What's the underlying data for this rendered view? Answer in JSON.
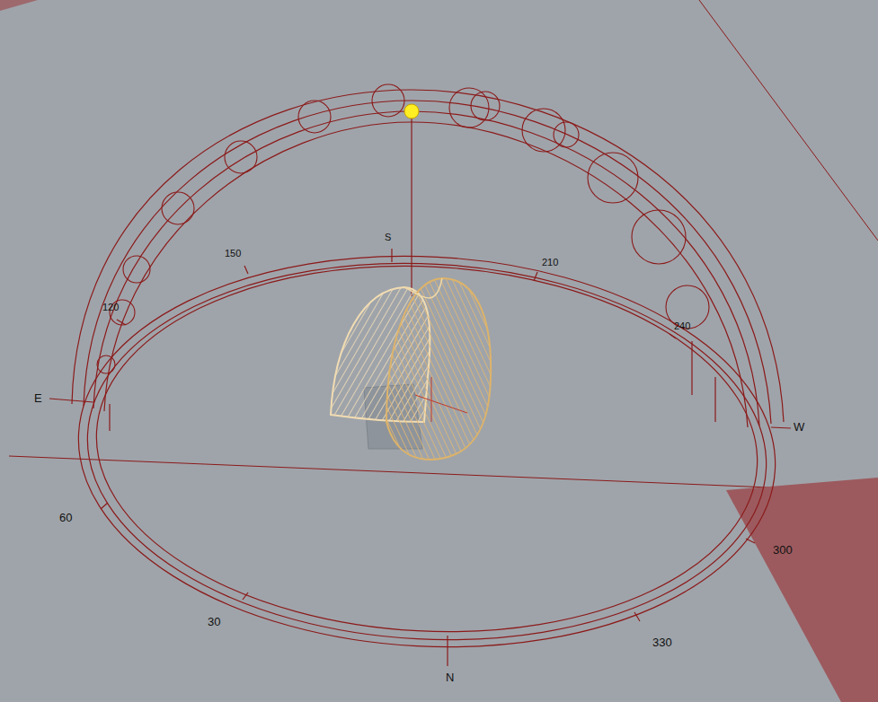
{
  "diagram": {
    "labels": [
      "150",
      "S",
      "210",
      "120",
      "E",
      "240",
      "W",
      "60",
      "300",
      "30",
      "330",
      "N"
    ]
  }
}
